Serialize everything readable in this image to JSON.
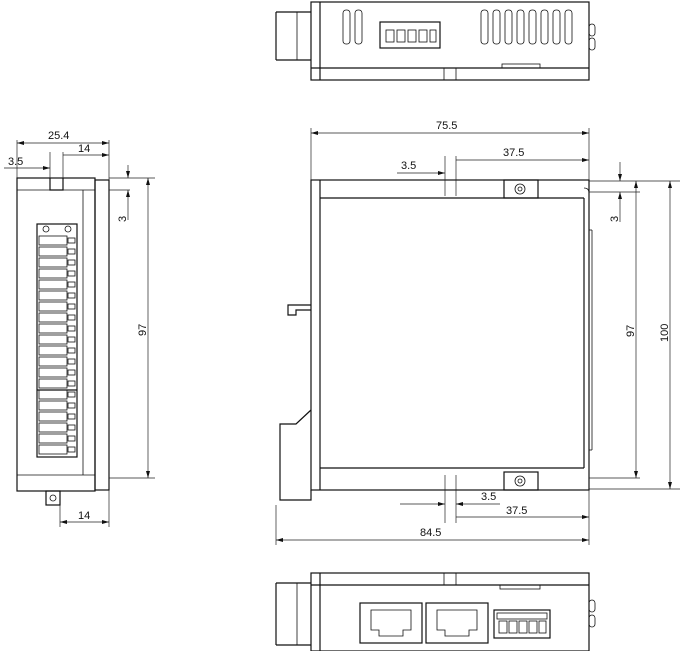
{
  "dimensions": {
    "left_width": "25.4",
    "left_gap": "3.5",
    "left_inner": "14",
    "left_top_offset": "3",
    "left_height": "97",
    "left_bottom": "14",
    "front_width": "75.5",
    "front_top_gap": "3.5",
    "front_top_half": "37.5",
    "front_top_offset": "3",
    "front_height": "97",
    "front_total_height": "100",
    "front_bottom_gap": "3.5",
    "front_bottom_half": "37.5",
    "overall_width": "84.5"
  }
}
